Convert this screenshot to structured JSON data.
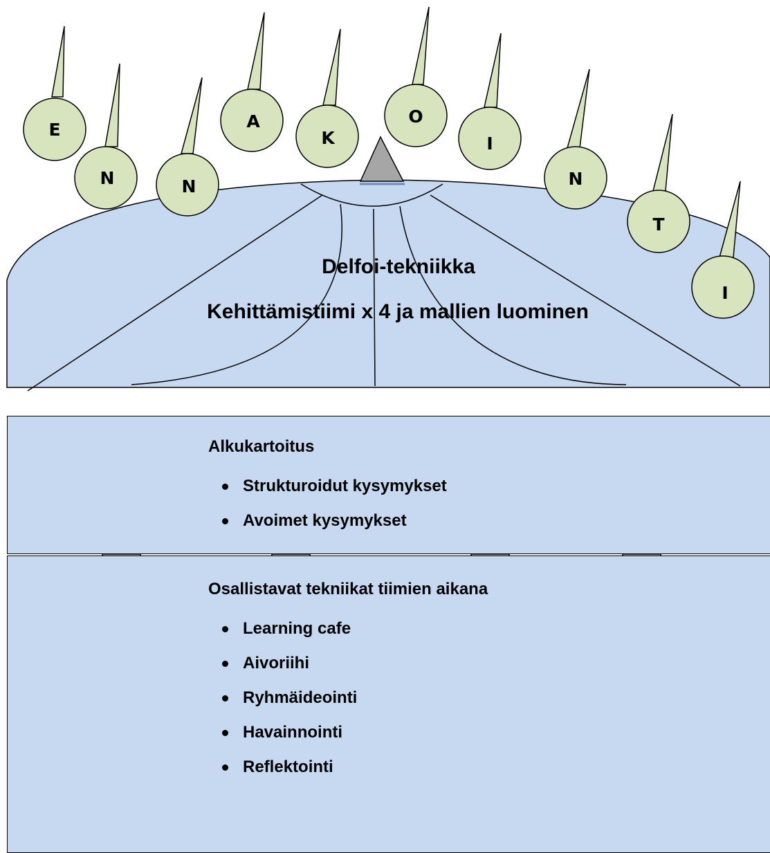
{
  "balloons": [
    {
      "letter": "E"
    },
    {
      "letter": "N"
    },
    {
      "letter": "N"
    },
    {
      "letter": "A"
    },
    {
      "letter": "K"
    },
    {
      "letter": "O"
    },
    {
      "letter": "I"
    },
    {
      "letter": "N"
    },
    {
      "letter": "T"
    },
    {
      "letter": "I"
    }
  ],
  "dome": {
    "title": "Delfoi-tekniikka",
    "subtitle": "Kehittämistiimi x 4 ja mallien luominen"
  },
  "box_alku": {
    "heading": "Alkukartoitus",
    "items": [
      "Strukturoidut kysymykset",
      "Avoimet kysymykset"
    ]
  },
  "box_osal": {
    "heading": "Osallistavat tekniikat tiimien aikana",
    "items": [
      "Learning cafe",
      "Aivoriihi",
      "Ryhmäideointi",
      "Havainnointi",
      "Reflektointi"
    ]
  },
  "colors": {
    "box_fill": "#c6d9f0",
    "balloon_fill": "#d7e4bd",
    "arrow_fill": "#bfbfbf",
    "triangle_fill": "#a6a6a6"
  }
}
